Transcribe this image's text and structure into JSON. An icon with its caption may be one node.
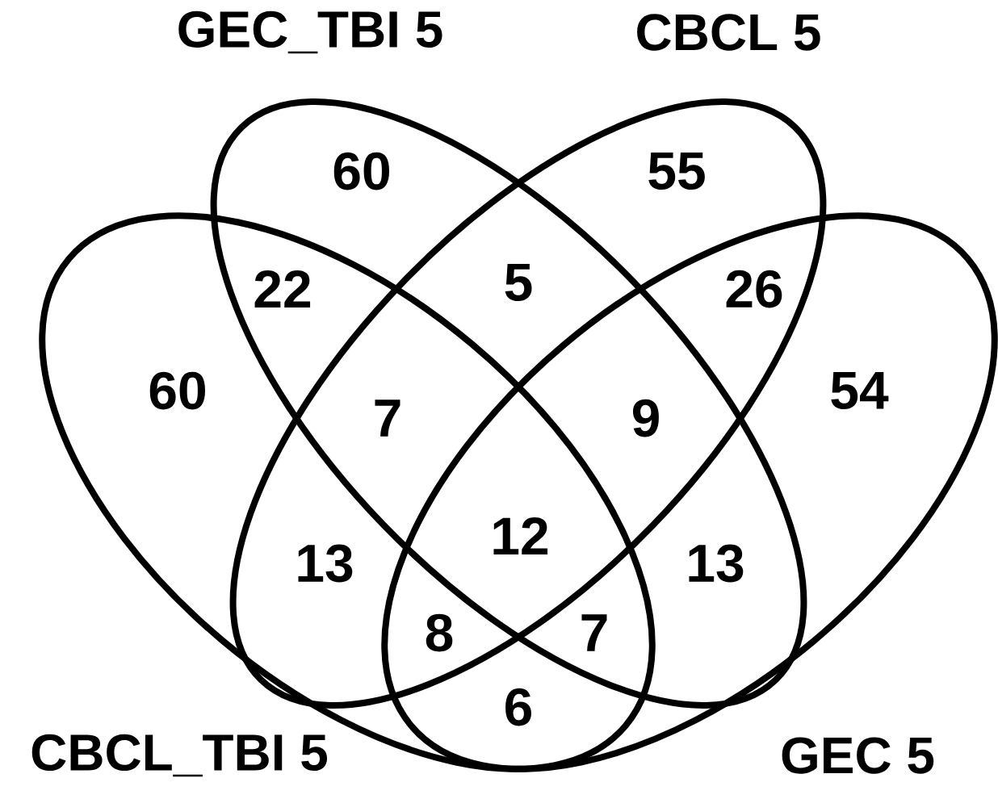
{
  "diagram": {
    "nodes": [
      {
        "text": [
          "GEC_TBI 5"
        ]
      },
      {
        "text": [
          "CBCL 5"
        ]
      },
      {
        "text": [
          "CBCL_TBI 5"
        ]
      },
      {
        "text": [
          "GEC 5"
        ]
      }
    ],
    "labels": [
      "60",
      "55",
      "22",
      "5",
      "26",
      "60",
      "7",
      "9",
      "54",
      "12",
      "13",
      "13",
      "8",
      "7",
      "6"
    ]
  }
}
